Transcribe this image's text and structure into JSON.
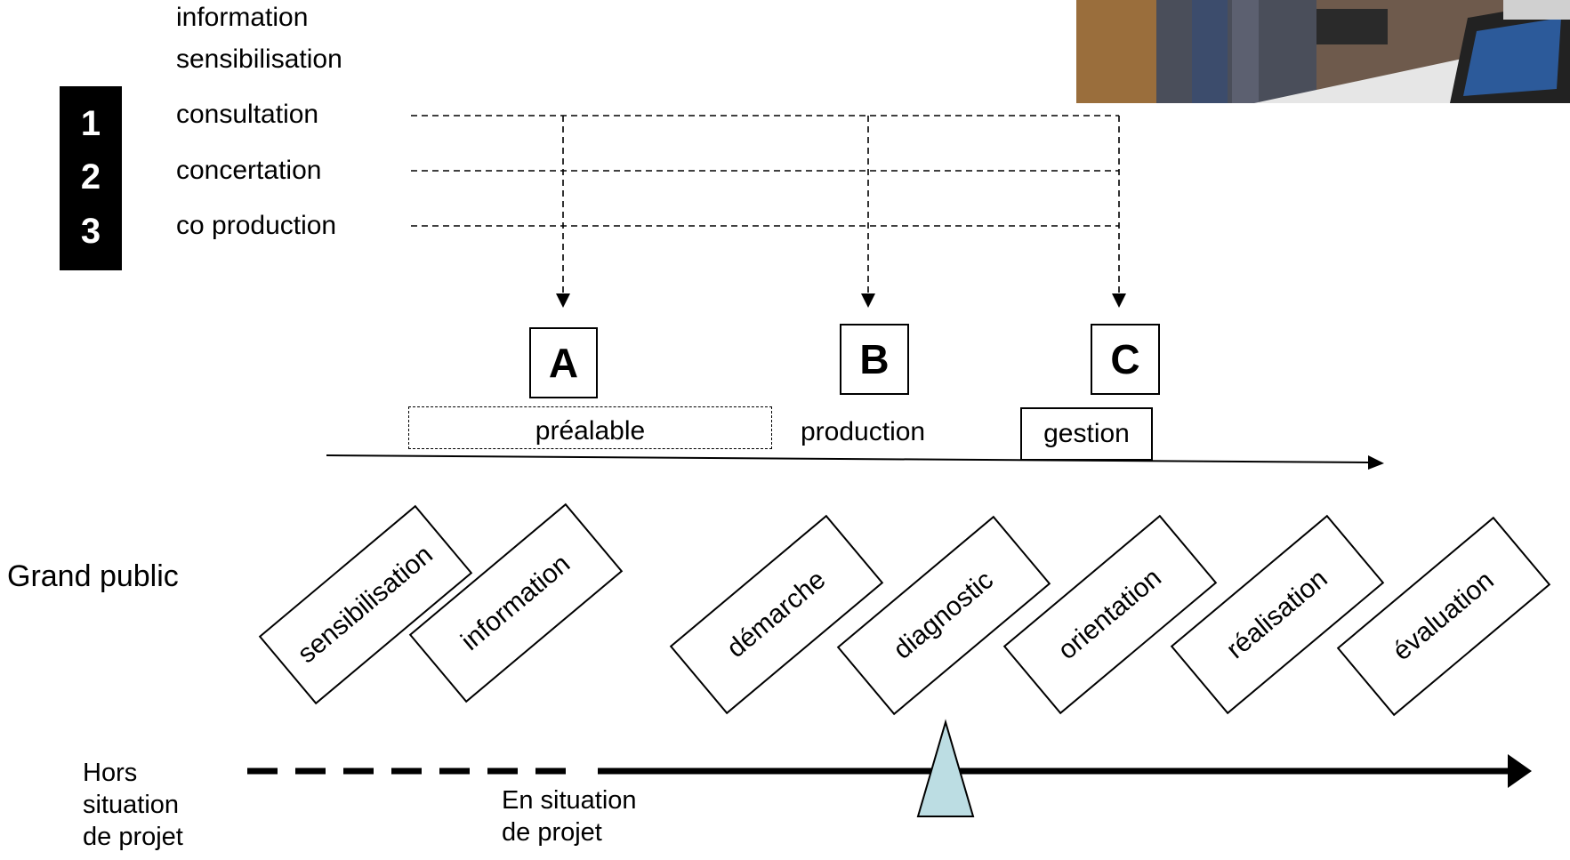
{
  "levels": {
    "top": [
      "information",
      "sensibilisation"
    ],
    "numbered": [
      {
        "num": "1",
        "label": "consultation"
      },
      {
        "num": "2",
        "label": "concertation"
      },
      {
        "num": "3",
        "label": "co production"
      }
    ]
  },
  "phases": {
    "boxes": [
      "A",
      "B",
      "C"
    ],
    "labels": [
      "préalable",
      "production",
      "gestion"
    ]
  },
  "audience_label": "Grand public",
  "stages": [
    "sensibilisation",
    "information",
    "démarche",
    "diagnostic",
    "orientation",
    "réalisation",
    "évaluation"
  ],
  "timeline": {
    "left_label": "Hors\nsituation\nde projet",
    "right_label": "En situation\nde projet"
  },
  "colors": {
    "ink": "#000000",
    "marker_fill": "#bcdde3",
    "number_box": "#000000"
  },
  "icons": {
    "photo": "workshop-photo",
    "marker": "triangle-marker-icon"
  }
}
